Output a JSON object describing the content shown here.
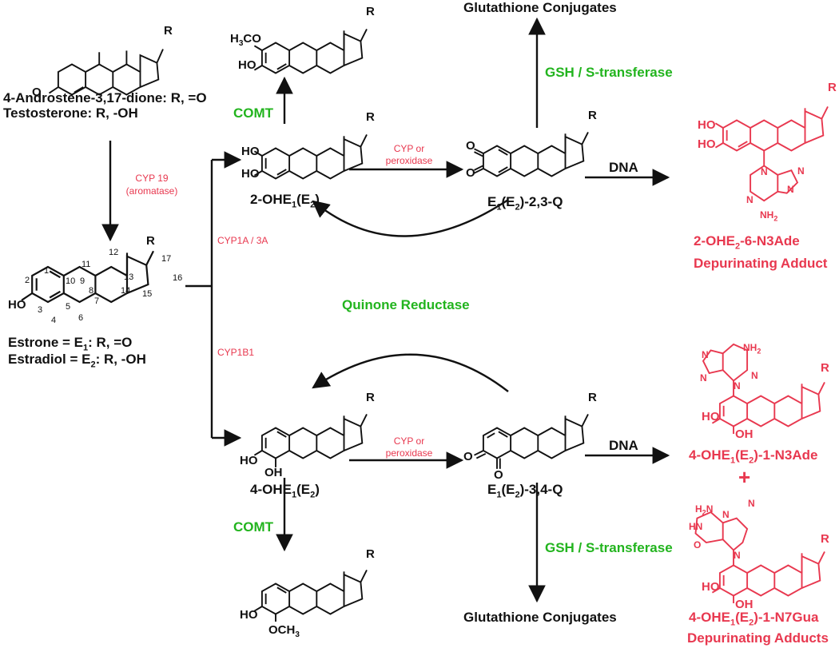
{
  "colors": {
    "black": "#111111",
    "red": "#e8384f",
    "green": "#22b41e"
  },
  "precursors": {
    "line1": "4-Androstene-3,17-dione: R, =O",
    "line2": "Testosterone: R, -OH"
  },
  "estrogens": {
    "line1_a": "Estrone = E",
    "line1_sub": "1",
    "line1_b": ": R,  =O",
    "line2_a": "Estradiol = E",
    "line2_sub": "2",
    "line2_b": ": R, -OH"
  },
  "enzymes": {
    "aromatase_1": "CYP 19",
    "aromatase_2": "(aromatase)",
    "cyp1a": "CYP1A / 3A",
    "cyp1b1": "CYP1B1",
    "cyp_perox_top_1": "CYP or",
    "cyp_perox_top_2": "peroxidase",
    "cyp_perox_bot_1": "CYP or",
    "cyp_perox_bot_2": "peroxidase",
    "comt_top": "COMT",
    "comt_bot": "COMT",
    "gsh_top": "GSH / S-transferase",
    "gsh_bot": "GSH / S-transferase",
    "quinone_reductase": "Quinone Reductase",
    "dna_top": "DNA",
    "dna_bot": "DNA"
  },
  "metabolites": {
    "oh2": {
      "a": "2-OHE",
      "s1": "1",
      "b": "(E",
      "s2": "2",
      "c": ")"
    },
    "oh4": {
      "a": "4-OHE",
      "s1": "1",
      "b": "(E",
      "s2": "2",
      "c": ")"
    },
    "q23": {
      "a": "E",
      "s1": "1",
      "b": "(E",
      "s2": "2",
      "c": ")-2,3-Q"
    },
    "q34": {
      "a": "E",
      "s1": "1",
      "b": "(E",
      "s2": "2",
      "c": ")-3,4-Q"
    },
    "gluta_top": "Glutathione Conjugates",
    "gluta_bot": "Glutathione Conjugates"
  },
  "adducts": {
    "n3ade_2": {
      "a": "2-OHE",
      "s": "2",
      "b": "-6-N3Ade"
    },
    "depurinating_adduct": "Depurinating  Adduct",
    "n3ade_4": {
      "a": "4-OHE",
      "s1": "1",
      "b": "(E",
      "s2": "2",
      "c": ")-1-N3Ade"
    },
    "plus": "+",
    "n7gua_4": {
      "a": "4-OHE",
      "s1": "1",
      "b": "(E",
      "s2": "2",
      "c": ")-1-N7Gua"
    },
    "depurinating_adducts": "Depurinating  Adducts"
  },
  "structure_text": {
    "R": "R",
    "O": "O",
    "HO": "HO",
    "OH": "OH",
    "H3CO": "H3CO",
    "OCH3": "OCH3",
    "NH2": "NH2",
    "H2N": "H2N",
    "HN": "HN",
    "N": "N",
    "numbering": [
      "1",
      "2",
      "3",
      "4",
      "5",
      "6",
      "7",
      "8",
      "9",
      "10",
      "11",
      "12",
      "13",
      "14",
      "15",
      "16",
      "17"
    ]
  }
}
